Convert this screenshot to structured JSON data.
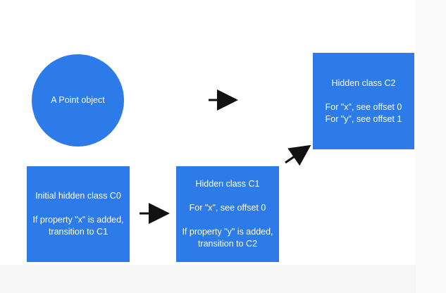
{
  "nodes": {
    "point": {
      "label": "A Point object"
    },
    "c0": {
      "title": "Initial hidden class C0",
      "lines": [
        "If property \"x\" is added,",
        "transition to C1"
      ]
    },
    "c1": {
      "title": "Hidden class C1",
      "offset_line": "For \"x\", see offset 0",
      "lines": [
        "If property \"y\" is added,",
        "transition to C2"
      ]
    },
    "c2": {
      "title": "Hidden class C2",
      "lines": [
        "For \"x\", see offset 0",
        "For \"y\", see offset 1"
      ]
    }
  },
  "colors": {
    "node_fill": "#2d7be9",
    "node_text": "#ffffff",
    "arrow": "#111111"
  }
}
